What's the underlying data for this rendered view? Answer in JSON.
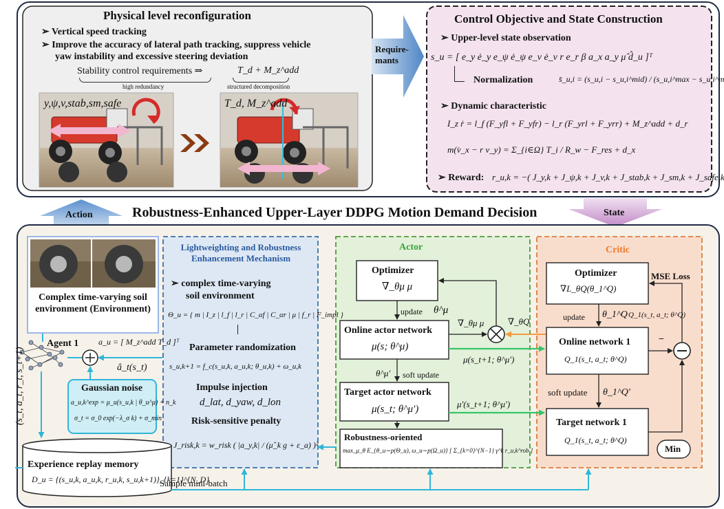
{
  "top_left": {
    "title": "Physical level reconfiguration",
    "bullets": [
      "Vertical speed tracking",
      "Improve the accuracy of lateral path tracking, suppress vehicle",
      "yaw instability and excessive steering deviation"
    ],
    "stability_req": "Stability control requirements ⇒",
    "td_mz": "T_d + M_z^add",
    "high_redundancy": "high redundancy",
    "structured_decomposition": "structured decomposition",
    "photo1_label": "y,ψ,v,stab,sm,safe",
    "photo2_label": "T_d,  M_z^add"
  },
  "requirements_label": "Require-\nmants",
  "top_right": {
    "title": "Control Objective and State Construction",
    "upper_obs": "Upper-level state observation",
    "state_vec": "s_u = [ e_y  ė_y  e_ψ  ė_ψ  e_v  ė_v  r  e_r  β  a_x  a_y  μ̂  d̂_u ]ᵀ",
    "normalization": "Normalization",
    "norm_formula": "s̄_u,i = (s_u,i − s_u,i^mid) / (s_u,i^max − s_u,i^min + ε)",
    "dynamic": "Dynamic characteristic",
    "eq1": "I_z ṙ = l_f (F_yfl + F_yfr) − l_r (F_yrl + F_yrr) + M_z^add + d_r",
    "eq2": "m(v̇_x − r v_y) = Σ_{i∈Ω} T_i / R_w − F_res + d_x",
    "reward_label": "Reward:",
    "reward_formula": "r_u,k = −( J_y,k + J_ψ,k + J_v,k + J_stab,k + J_sm,k + J_safe,k )"
  },
  "middle": {
    "title": "Robustness-Enhanced Upper-Layer DDPG Motion Demand Decision",
    "action": "Action",
    "state": "State"
  },
  "environment": {
    "label": "Complex time-varying soil environment (Environment)"
  },
  "agent": {
    "label": "Agent 1",
    "action_eq": "a_u = [ M_z^add   T_d ]ᵀ",
    "at_hat": "â_t(s_t)",
    "side_tuple": "(s_t, a_t, r_t, s_t+1)"
  },
  "noise": {
    "title": "Gaussian noise",
    "eq1": "a_u,k^exp = μ_u(s_u,k | θ_u^μ) + n_k",
    "eq2": "σ_t = σ_0 exp(−λ_σ k) + σ_min"
  },
  "replay": {
    "title": "Experience replay memory",
    "eq": "D_u = {(s_u,k, a_u,k, r_u,k, s_u,k+1)}_{k=1}^{N_D}",
    "sample": "Sample mini-batch"
  },
  "robust": {
    "title": "Lightweighting and Robustness Enhancement Mechanism",
    "b1": "complex time-varying",
    "b1b": "soil environment",
    "theta": "Θ_u = { m | I_z | l_f | l_r | C_αf | C_αr | μ | f_r | F_impl }",
    "param_rand": "Parameter randomization",
    "param_eq": "s_u,k+1 = f_c(s_u,k, a_u,k; θ_u,k) + ω_u,k",
    "impulse": "Impulse injection",
    "impulse_vars": "d_lat, d_yaw, d_lon",
    "risk": "Risk-sensitive penalty",
    "risk_eq": "J_risk,k = w_risk ( |a_y,k| / (μ̂_k g + ε_a) )²"
  },
  "actor": {
    "title": "Actor",
    "optimizer": "Optimizer",
    "opt_grad": "∇_θμ μ",
    "update": "update",
    "theta_mu": "θ^μ",
    "grad_mu": "∇_θμ μ",
    "online_title": "Online actor network",
    "online_eq": "μ(s; θ^μ)",
    "mu_next": "μ(s_t+1; θ^μ')",
    "theta_mu_p": "θ^μ'",
    "soft_update": "soft update",
    "target_title": "Target actor network",
    "target_eq": "μ(s_t; θ^μ')",
    "mu_next2": "μ'(s_t+1; θ^μ')",
    "robust_title": "Robustness-oriented",
    "robust_eq": "max_μ_θ E_{θ_u∼p(Θ_u), ω_u∼p(Ω_u)} [ Σ_{k=0}^{N−1} γ^k r_u,k^rob ]",
    "grad_q": "∇_θQ"
  },
  "critic": {
    "title": "Critic",
    "optimizer": "Optimizer",
    "opt_grad": "∇L_θQ(θ_1^Q)",
    "mse": "MSE Loss",
    "update": "update",
    "theta_q": "θ_1^Q",
    "q_next": "Q_1(s_t, a_t; θ^Q)",
    "online_title": "Online network 1",
    "online_eq": "Q_1(s_t, a_t; θ^Q)",
    "minus": "−",
    "soft_update": "soft update",
    "theta_q_p": "θ_1^Q'",
    "target_title": "Target network 1",
    "target_eq": "Q_1(s_t, a_t; θ^Q)",
    "min": "Min"
  }
}
